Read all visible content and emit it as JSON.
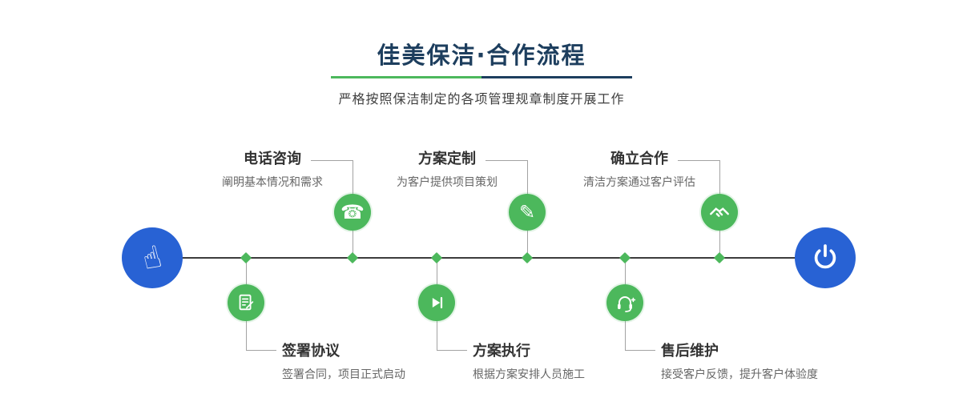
{
  "header": {
    "title": "佳美保洁·合作流程",
    "subtitle": "严格按照保洁制定的各项管理规章制度开展工作"
  },
  "steps": {
    "top": [
      {
        "title": "电话咨询",
        "desc": "阐明基本情况和需求",
        "icon": "phone-icon"
      },
      {
        "title": "方案定制",
        "desc": "为客户提供项目策划",
        "icon": "pencil-ruler-icon"
      },
      {
        "title": "确立合作",
        "desc": "清洁方案通过客户评估",
        "icon": "handshake-icon"
      }
    ],
    "bottom": [
      {
        "title": "签署协议",
        "desc": "签署合同，项目正式启动",
        "icon": "contract-icon"
      },
      {
        "title": "方案执行",
        "desc": "根据方案安排人员施工",
        "icon": "play-next-icon"
      },
      {
        "title": "售后维护",
        "desc": "接受客户反馈，提升客户体验度",
        "icon": "headset-icon"
      }
    ],
    "start_icon": "pointer-hand-icon",
    "end_icon": "power-icon"
  },
  "glyphs": {
    "pointer_hand": "☝",
    "phone": "☎",
    "pencil": "✎"
  },
  "colors": {
    "accent_green": "#4cb85c",
    "accent_blue": "#2862d4",
    "title_navy": "#1d3e5e"
  }
}
